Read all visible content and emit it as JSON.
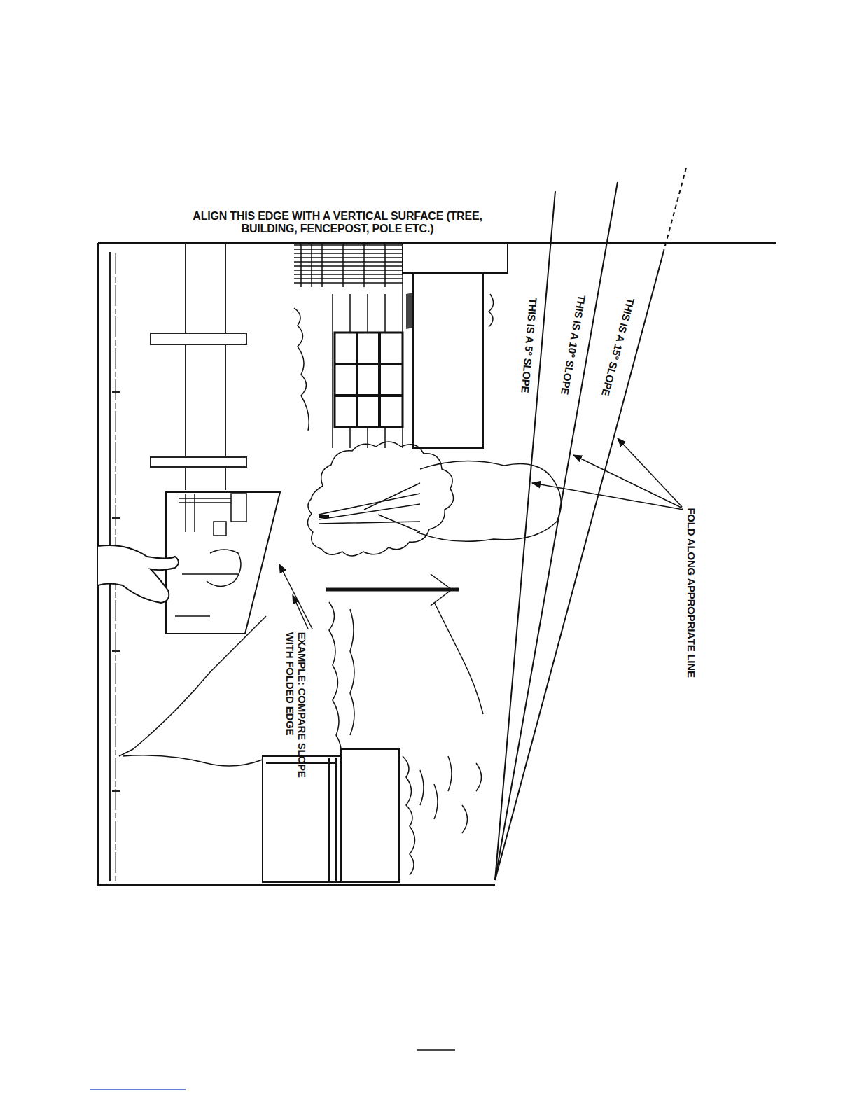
{
  "diagram": {
    "labels": [
      "ALIGN THIS EDGE WITH A VERTICAL SURFACE (TREE, BUILDING, FENCEPOST, POLE ETC.)",
      "THIS IS A 5° SLOPE",
      "THIS IS A 10° SLOPE",
      "THIS IS A 15° SLOPE",
      "FOLD ALONG APPROPRIATE LINE",
      "EXAMPLE: COMPARE SLOPE WITH FOLDED EDGE"
    ]
  }
}
